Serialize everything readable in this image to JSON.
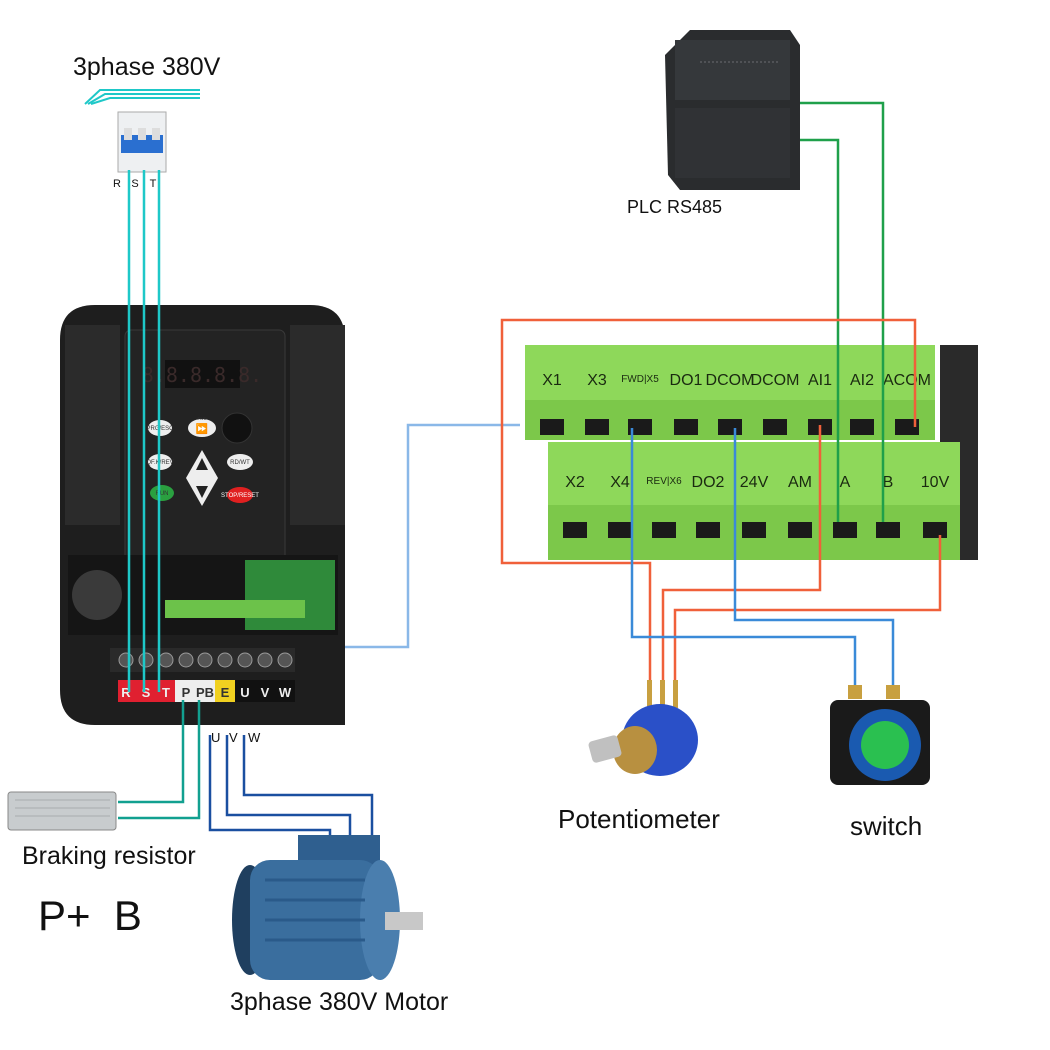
{
  "labels": {
    "mains": "3phase 380V",
    "plc": "PLC RS485",
    "potentiometer": "Potentiometer",
    "switch": "switch",
    "braking_resistor": "Braking resistor",
    "braking_terminals": "P+  B",
    "motor": "3phase 380V Motor"
  },
  "breaker": {
    "terminals": [
      "R",
      "S",
      "T"
    ]
  },
  "vfd": {
    "display": "8.8.8.8.8.",
    "keys": [
      "PRG/ESC",
      "FWD",
      "QF.K/REV",
      "RD/WT",
      "RUN",
      "STOP/RESET"
    ],
    "power_terminals": [
      "R",
      "S",
      "T",
      "P",
      "PB",
      "E",
      "U",
      "V",
      "W"
    ],
    "output_labels": [
      "U",
      "V",
      "W"
    ]
  },
  "control_terminals": {
    "top_row": [
      "X1",
      "X3",
      "FWD|X5",
      "DO1",
      "DCOM",
      "DCOM",
      "AI1",
      "AI2",
      "ACOM"
    ],
    "bottom_row": [
      "X2",
      "X4",
      "REV|X6",
      "DO2",
      "24V",
      "AM",
      "A",
      "B",
      "10V"
    ]
  },
  "colors": {
    "mains_wire": "#1ec8c8",
    "resistor_wire": "#12a090",
    "motor_wire": "#1a4fa0",
    "rs485_wire": "#1fa04a",
    "analog_wire": "#f0603a",
    "digital_wire": "#3a8ad8",
    "link_wire": "#8ab8e8",
    "terminal_green": "#8ed85a",
    "vfd_body": "#1e1e1e"
  }
}
